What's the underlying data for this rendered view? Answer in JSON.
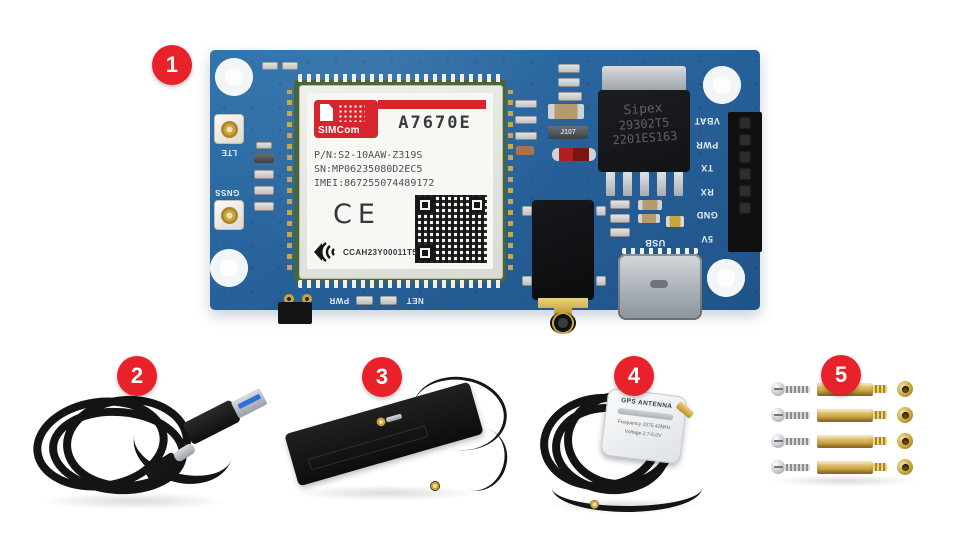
{
  "badges": [
    "1",
    "2",
    "3",
    "4",
    "5"
  ],
  "board": {
    "module": {
      "brand": "SIMCom",
      "model": "A7670E",
      "pn": "P/N:S2-10AAW-Z319S",
      "sn": "SN:MP06235080D2EC5",
      "imei": "IMEI:867255074489172",
      "ce": "CE",
      "cert": "CCAH23Y00011T5"
    },
    "silkscreen": {
      "lte": "LTE",
      "gnss": "GNSS",
      "net": "NET",
      "pwr": "PWR",
      "usb": "USB",
      "j107": "J107"
    },
    "regulator": {
      "line1": "Sipex",
      "line2": "29302T5",
      "line3": "2201ES163"
    },
    "header_pins": [
      "VBAT",
      "PWR",
      "TX",
      "RX",
      "GND",
      "5V"
    ]
  },
  "accessories": {
    "gps_label": {
      "title": "GPS ANTENNA",
      "frequency": "Frequency 1575.42MHz",
      "voltage": "Voltage 2.7-5.0V"
    }
  },
  "colors": {
    "pcb_blue": "#2b6ba6",
    "badge_red": "#e8212a",
    "simcom_red": "#d6252d",
    "brass_gold": "#c9a43a",
    "background": "#ffffff"
  }
}
